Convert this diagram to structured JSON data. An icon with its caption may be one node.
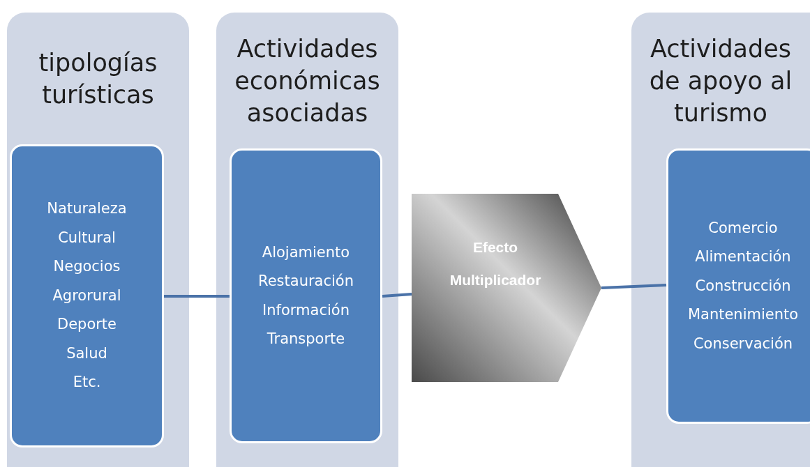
{
  "diagram": {
    "nodes": [
      {
        "text": [
          "tipologías turísticas"
        ]
      },
      {
        "text": [
          "Naturaleza",
          "Cultural",
          "Negocios",
          "Agrorural",
          "Deporte",
          "Salud",
          "Etc."
        ],
        "in": 0
      },
      {
        "text": [
          "Actividades económicas asociadas"
        ]
      },
      {
        "text": [
          "Alojamiento",
          "Restauración",
          "Información",
          "Transporte"
        ],
        "in": 2
      },
      {
        "text": [
          "Efecto Multiplicador"
        ]
      },
      {
        "text": [
          "Actividades de apoyo al turismo"
        ]
      },
      {
        "text": [
          "Comercio",
          "Alimentación",
          "Construcción",
          "Mantenimiento",
          "Conservación"
        ],
        "in": 5
      }
    ],
    "edges": [
      {
        "from": 1,
        "to": 3,
        "arrow": "none"
      },
      {
        "from": 3,
        "to": 4,
        "arrow": "none"
      },
      {
        "from": 4,
        "to": 6,
        "arrow": "none"
      }
    ]
  }
}
